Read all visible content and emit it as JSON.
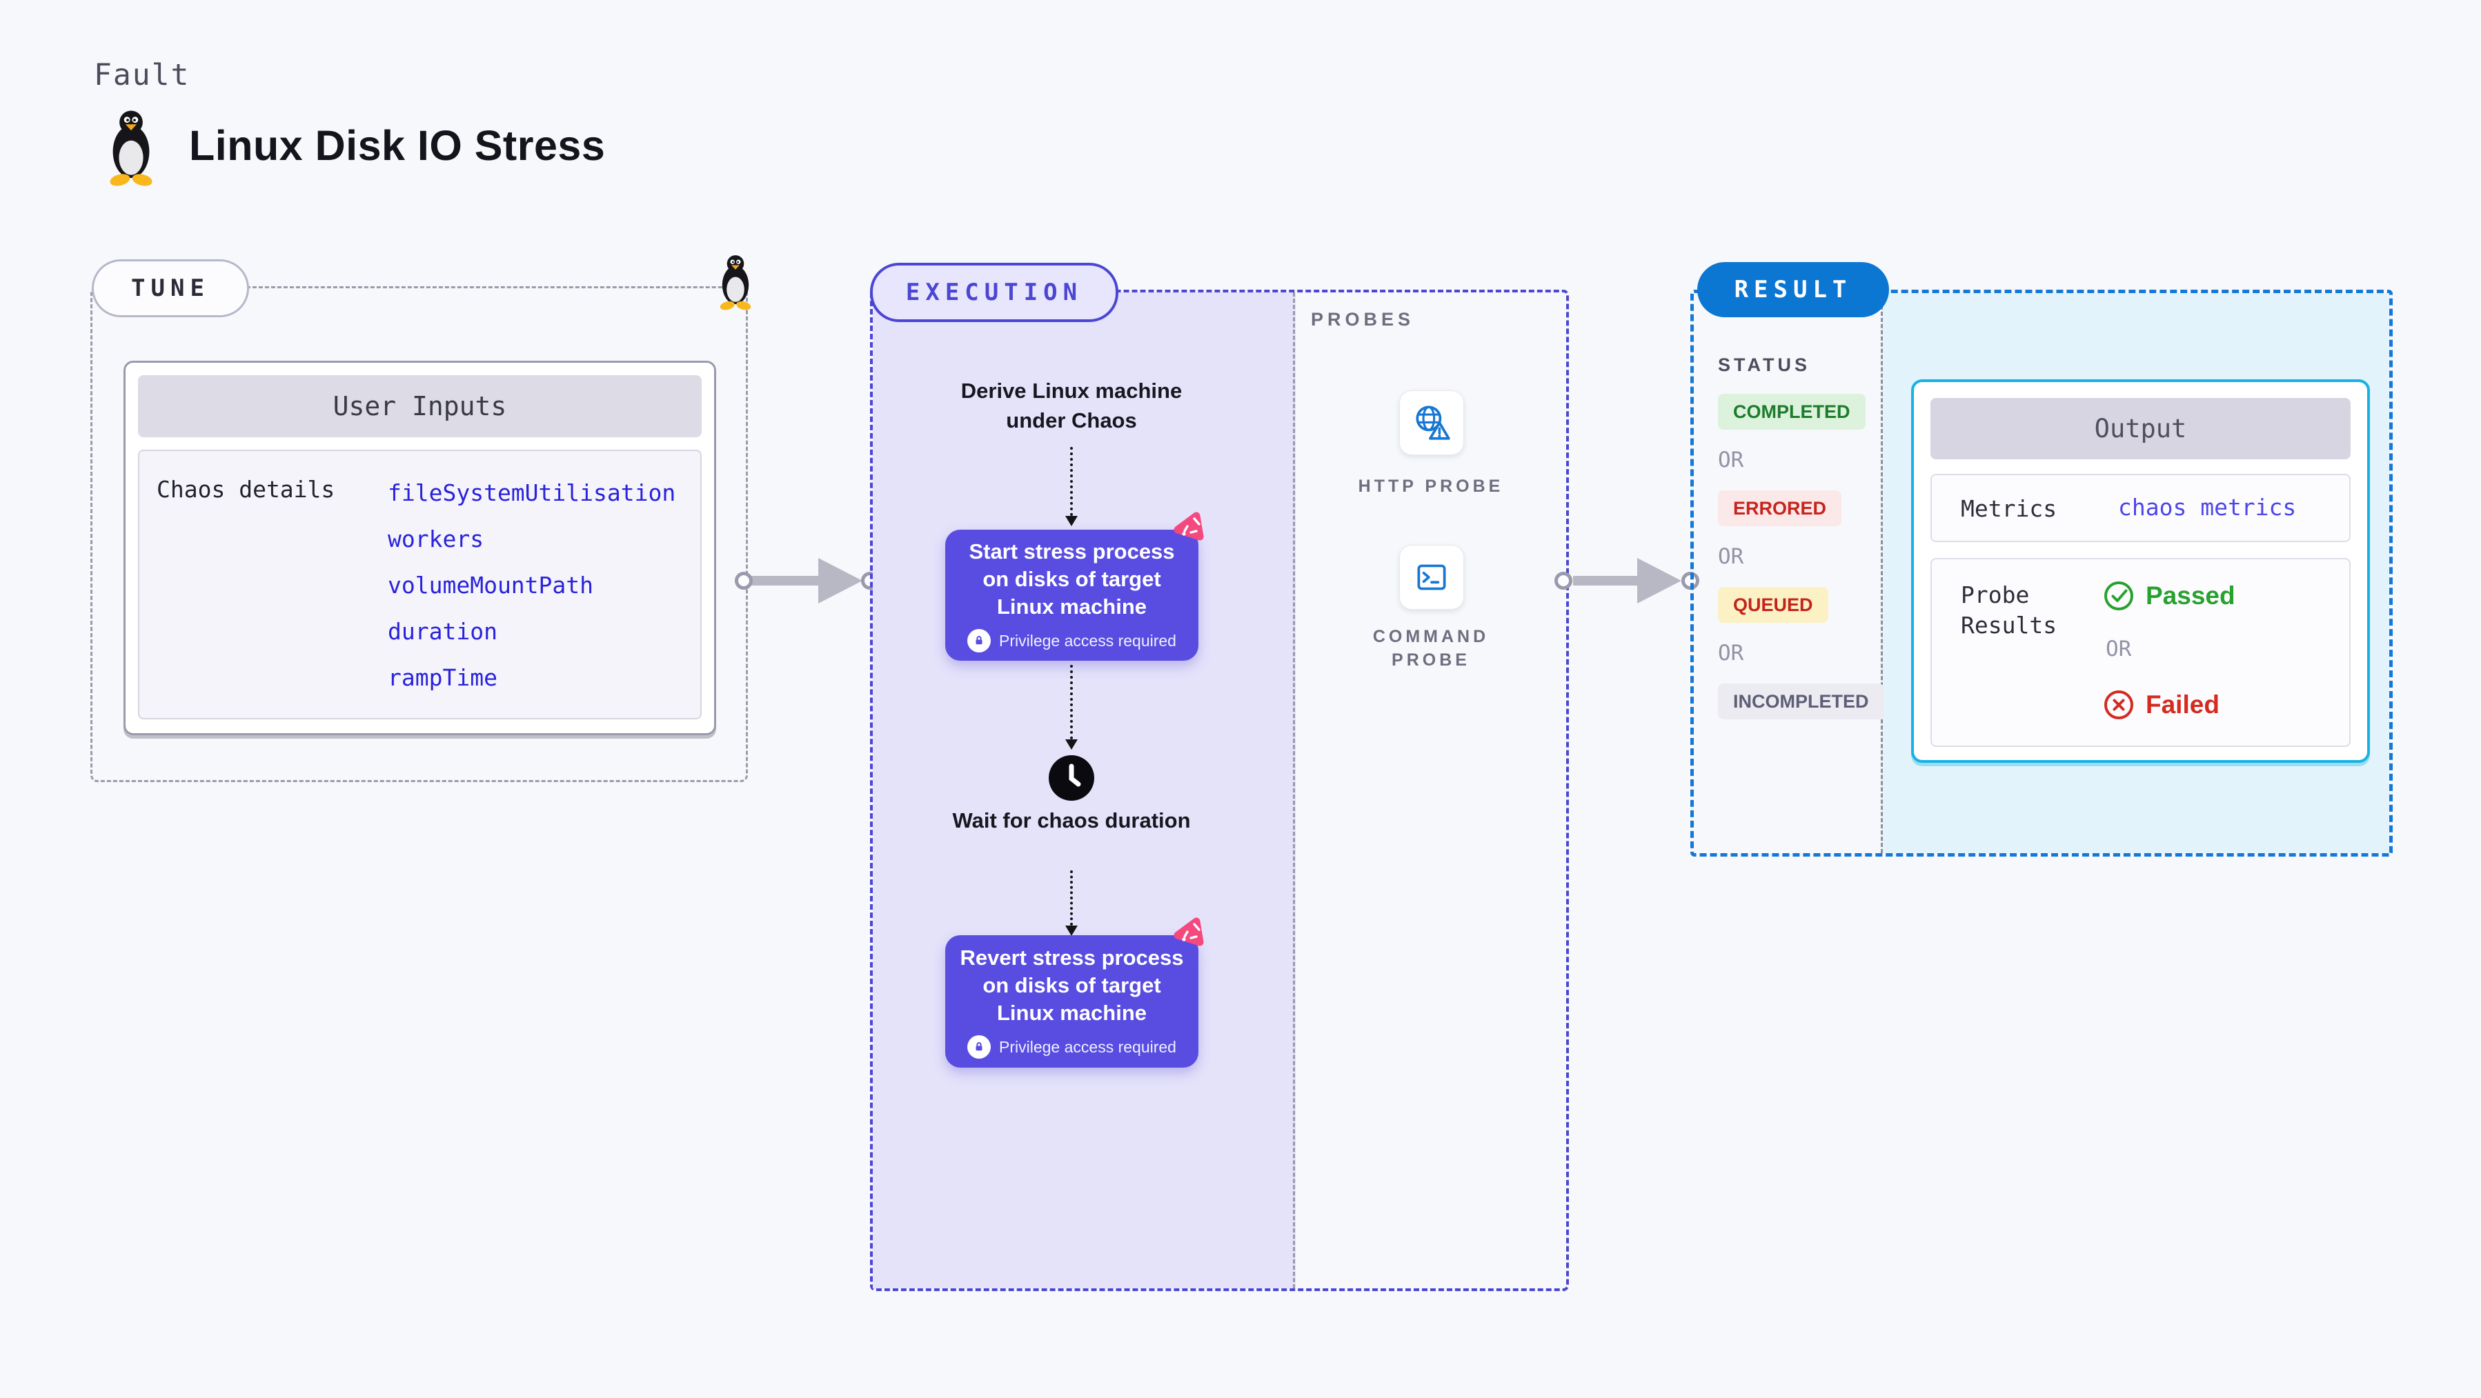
{
  "header": {
    "fault_label": "Fault",
    "title": "Linux Disk IO Stress",
    "icon": "tux-penguin-icon"
  },
  "tune": {
    "badge_label": "TUNE",
    "card_title": "User Inputs",
    "row_label": "Chaos details",
    "inputs": [
      "fileSystemUtilisation",
      "workers",
      "volumeMountPath",
      "duration",
      "rampTime"
    ]
  },
  "execution": {
    "badge_label": "EXECUTION",
    "probes_label": "PROBES",
    "derive_text": "Derive Linux machine under Chaos",
    "start_node_text": "Start stress process on disks of target Linux machine",
    "wait_text": "Wait for chaos duration",
    "revert_node_text": "Revert stress process on disks of target Linux machine",
    "privilege_label": "Privilege access required",
    "probes": [
      {
        "label": "HTTP PROBE",
        "icon": "globe-alert-icon"
      },
      {
        "label": "COMMAND PROBE",
        "icon": "terminal-icon"
      }
    ]
  },
  "result": {
    "badge_label": "RESULT",
    "status_label": "STATUS",
    "or_label": "OR",
    "statuses": [
      {
        "label": "COMPLETED",
        "state": "completed"
      },
      {
        "label": "ERRORED",
        "state": "errored"
      },
      {
        "label": "QUEUED",
        "state": "queued"
      },
      {
        "label": "INCOMPLETED",
        "state": "incompleted"
      }
    ],
    "output": {
      "title": "Output",
      "metrics_label": "Metrics",
      "metrics_link": "chaos metrics",
      "probe_results_label": "Probe Results",
      "passed_label": "Passed",
      "failed_label": "Failed"
    }
  },
  "colors": {
    "page_bg": "#f7f8fb",
    "link_blue": "#2a22dc",
    "metrics_link_blue": "#4f46e8",
    "execution_indigo": "#4b46d3",
    "execution_fill": "#e5e3fa",
    "node_indigo": "#594ce1",
    "fault_pink": "#f4497f",
    "probe_icon_blue": "#1777d2",
    "result_blue": "#0c76d3",
    "result_dash_blue": "#1478d8",
    "result_fill": "#e2f3fb",
    "output_border_cyan": "#17b2e3",
    "completed_green": "#1c7c2b",
    "errored_red": "#c7241e",
    "queued_bg": "#fcf1c4",
    "passed_green": "#28a12e",
    "failed_red": "#d32b1f",
    "gray_dash": "#9b9bab"
  }
}
